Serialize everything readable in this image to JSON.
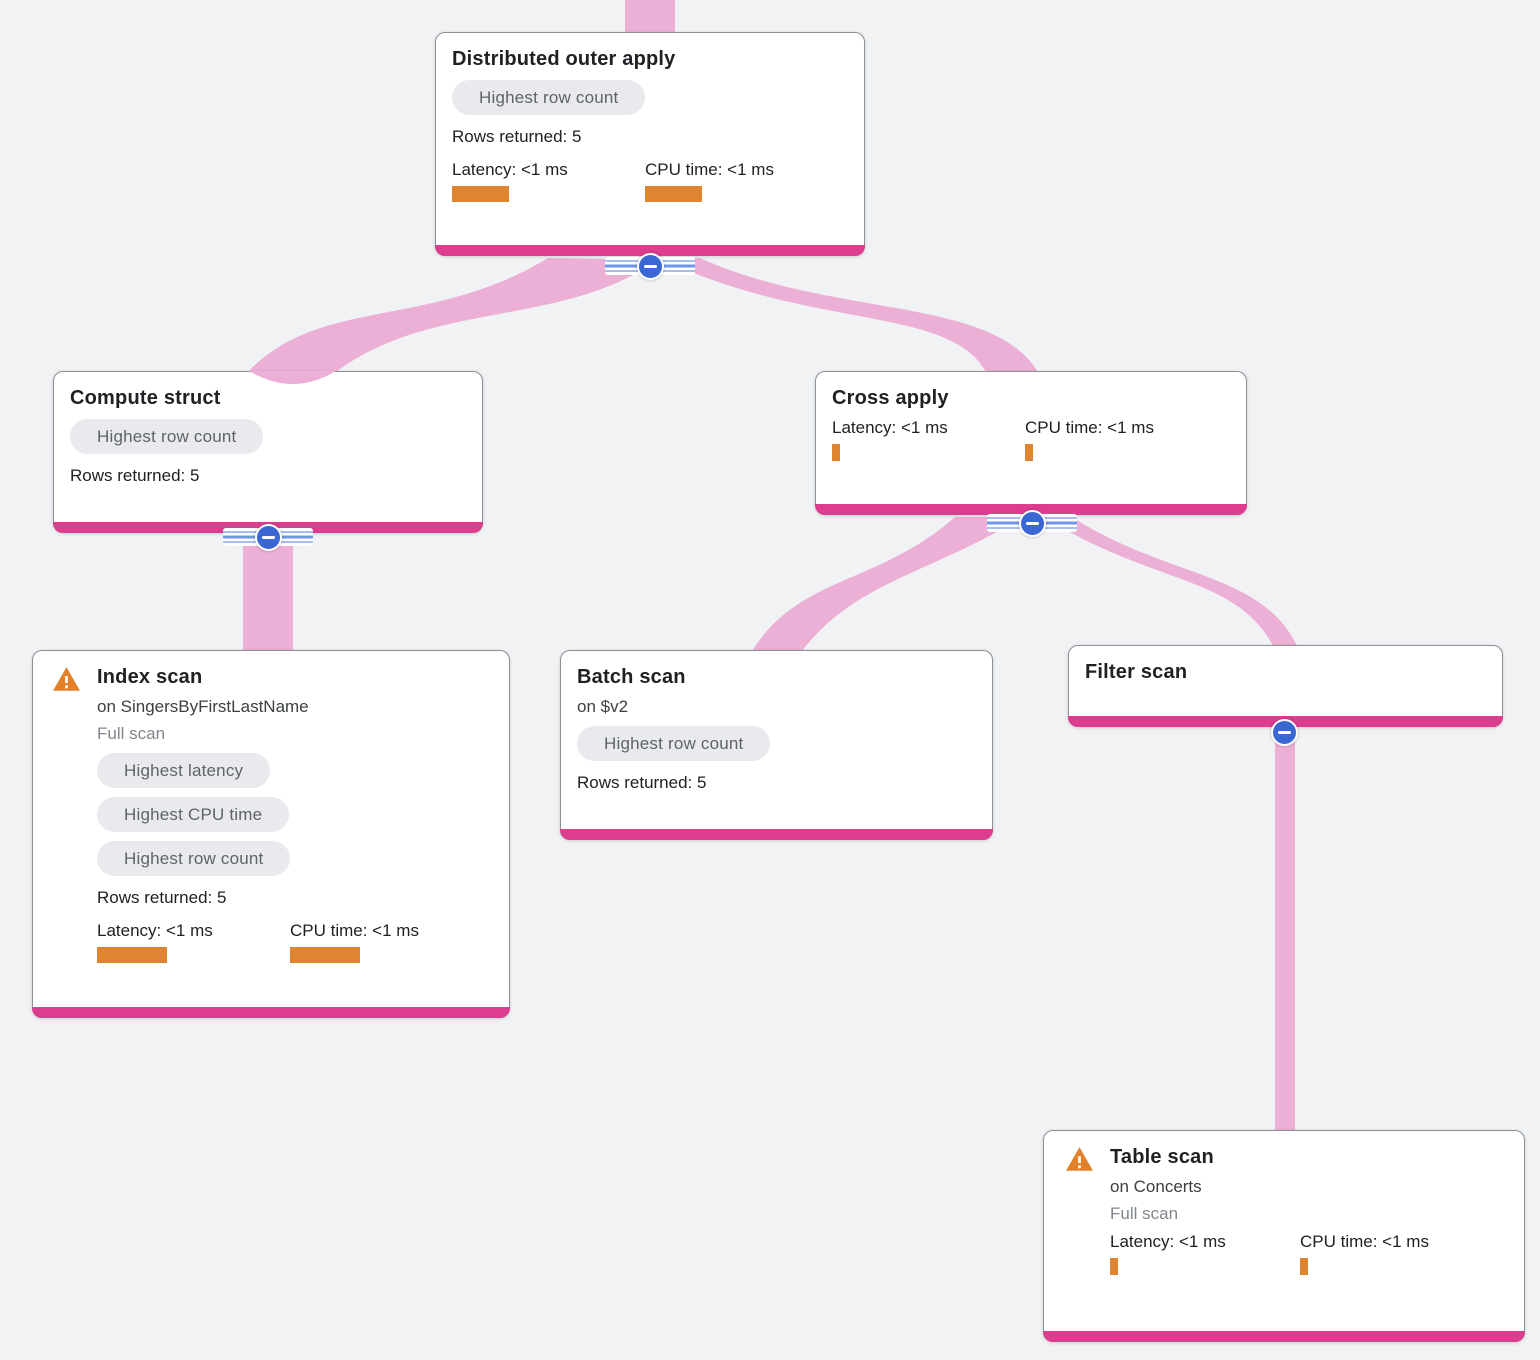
{
  "colors": {
    "background": "#F0F2F4",
    "node_accent_bar": "#DD3D8F",
    "edge_ribbon": "#ECAFD5",
    "metric_bar": "#DF8532",
    "collapse_button": "#3A67D3",
    "badge_background": "#E9EAED",
    "warning_icon": "#E2812B"
  },
  "nodes": [
    {
      "id": "distributed-outer-apply",
      "title": "Distributed outer apply",
      "badges": [
        "Highest row count"
      ],
      "rows_returned": "Rows returned: 5",
      "latency": "Latency: <1 ms",
      "cpu_time": "CPU time: <1 ms"
    },
    {
      "id": "compute-struct",
      "title": "Compute struct",
      "badges": [
        "Highest row count"
      ],
      "rows_returned": "Rows returned: 5"
    },
    {
      "id": "cross-apply",
      "title": "Cross apply",
      "latency": "Latency: <1 ms",
      "cpu_time": "CPU time: <1 ms"
    },
    {
      "id": "index-scan",
      "title": "Index scan",
      "subtitle": "on SingersByFirstLastName",
      "scan_type": "Full scan",
      "warning_icon": "warning-triangle",
      "badges": [
        "Highest latency",
        "Highest CPU time",
        "Highest row count"
      ],
      "rows_returned": "Rows returned: 5",
      "latency": "Latency: <1 ms",
      "cpu_time": "CPU time: <1 ms"
    },
    {
      "id": "batch-scan",
      "title": "Batch scan",
      "subtitle": "on $v2",
      "badges": [
        "Highest row count"
      ],
      "rows_returned": "Rows returned: 5"
    },
    {
      "id": "filter-scan",
      "title": "Filter scan"
    },
    {
      "id": "table-scan",
      "title": "Table scan",
      "subtitle": "on Concerts",
      "scan_type": "Full scan",
      "warning_icon": "warning-triangle",
      "latency": "Latency: <1 ms",
      "cpu_time": "CPU time: <1 ms"
    }
  ],
  "edges": [
    {
      "from": "parent-offscreen",
      "to": "distributed-outer-apply"
    },
    {
      "from": "distributed-outer-apply",
      "to": "compute-struct"
    },
    {
      "from": "distributed-outer-apply",
      "to": "cross-apply"
    },
    {
      "from": "compute-struct",
      "to": "index-scan"
    },
    {
      "from": "cross-apply",
      "to": "batch-scan"
    },
    {
      "from": "cross-apply",
      "to": "filter-scan"
    },
    {
      "from": "filter-scan",
      "to": "table-scan"
    }
  ]
}
